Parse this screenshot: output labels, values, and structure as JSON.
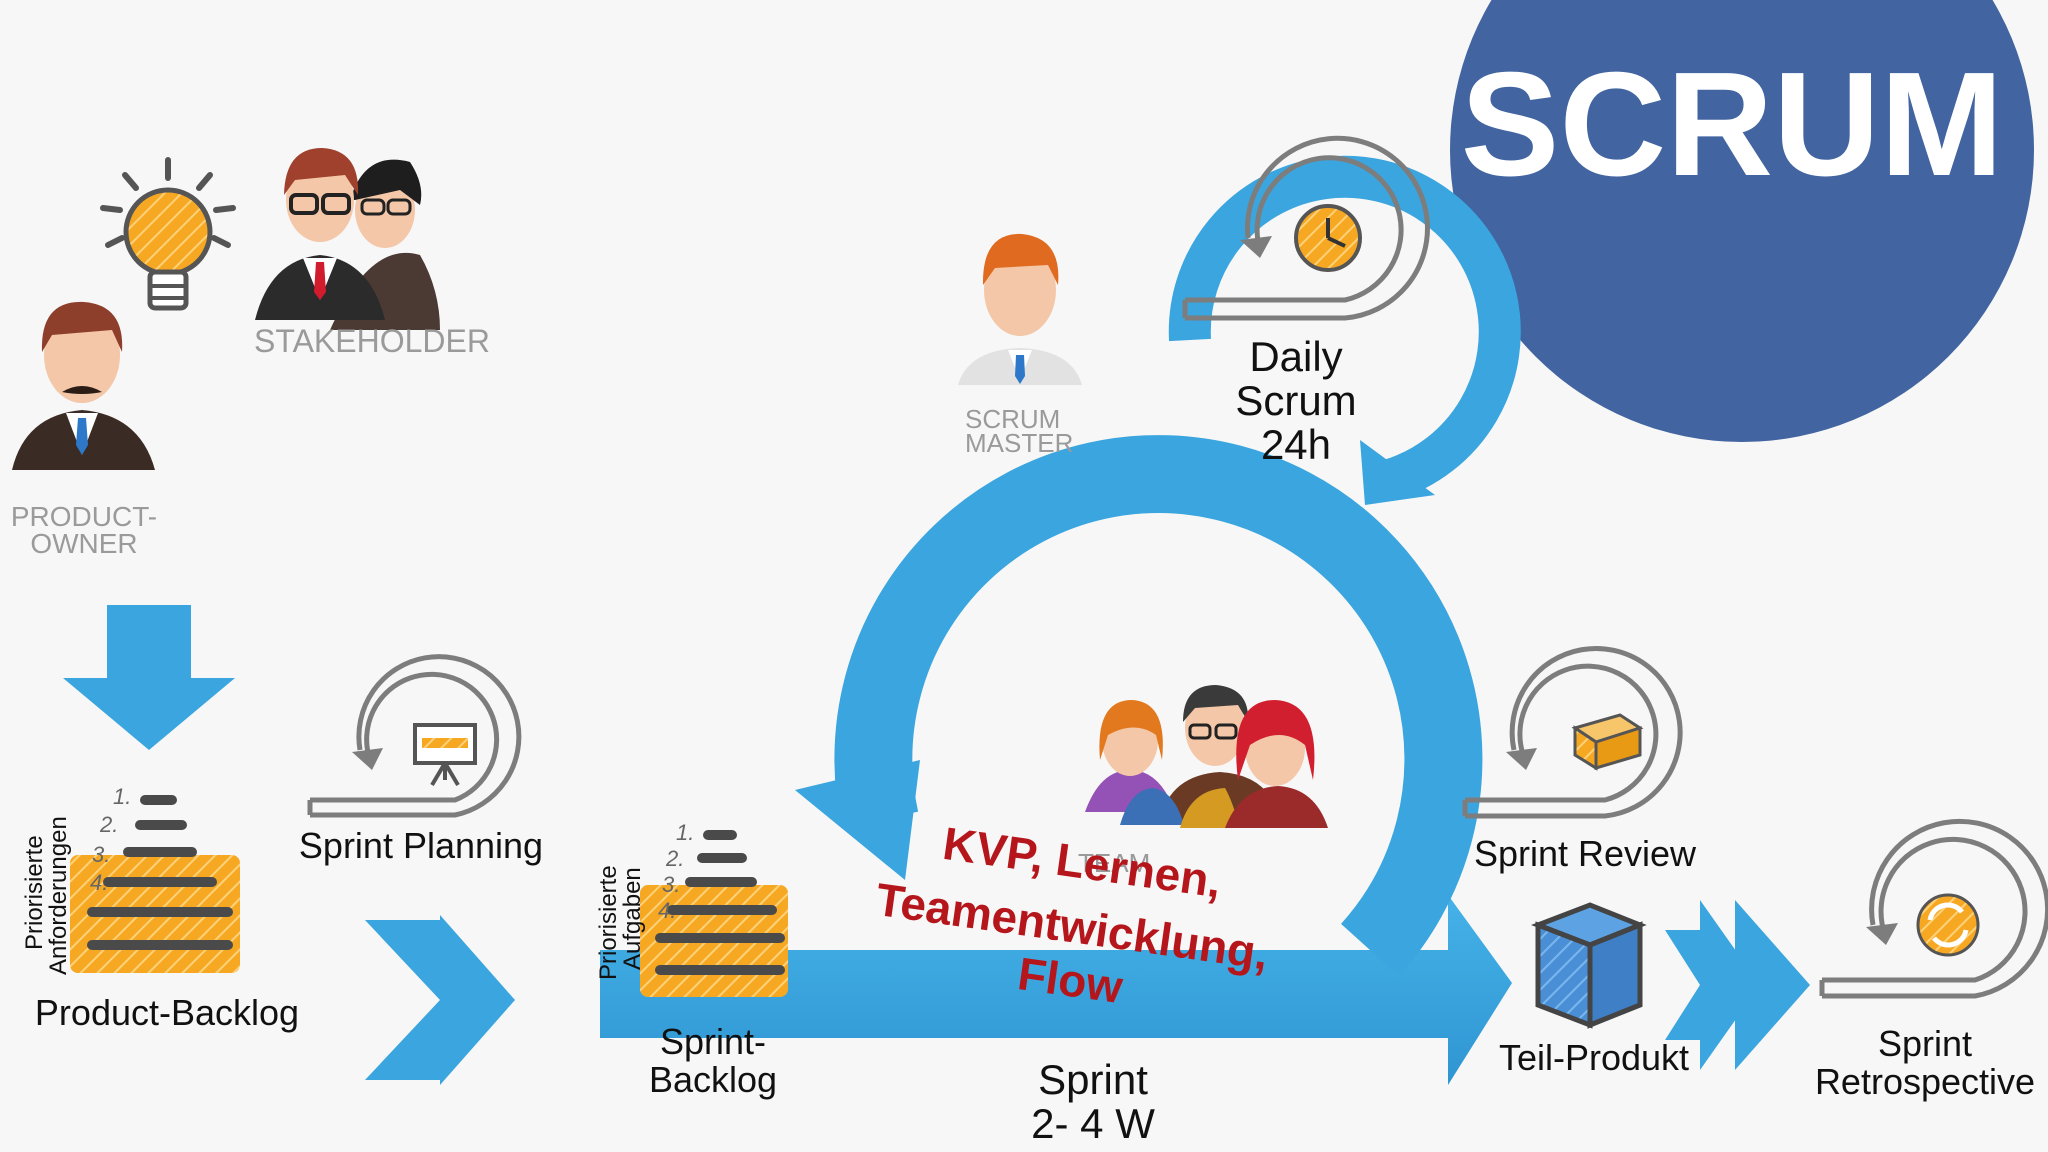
{
  "title": "SCRUM",
  "colors": {
    "badge": "#4264a0",
    "arrow": "#3aa5de",
    "orange": "#f7a823",
    "kvp_text": "#b5161b",
    "role_text": "#9a9a9a",
    "icon_gray": "#7d7d7d"
  },
  "roles": {
    "stakeholder": "STAKEHOLDER",
    "product_owner_line1": "PRODUCT-",
    "product_owner_line2": "OWNER",
    "scrum_master_line1": "SCRUM",
    "scrum_master_line2": "MASTER",
    "team": "TEAM"
  },
  "artifacts": {
    "product_backlog": {
      "label": "Product-Backlog",
      "side_line1": "Priorisierte",
      "side_line2": "Anforderungen",
      "items": [
        "1.",
        "2.",
        "3.",
        "4."
      ]
    },
    "sprint_backlog": {
      "label_line1": "Sprint-",
      "label_line2": "Backlog",
      "side_line1": "Priorisierte",
      "side_line2": "Aufgaben",
      "items": [
        "1.",
        "2.",
        "3.",
        "4."
      ]
    },
    "increment": {
      "label": "Teil-Produkt"
    }
  },
  "events": {
    "sprint_planning": "Sprint Planning",
    "daily_line1": "Daily",
    "daily_line2": "Scrum",
    "daily_line3": "24h",
    "sprint_review": "Sprint Review",
    "retro_line1": "Sprint",
    "retro_line2": "Retrospective",
    "sprint_line1": "Sprint",
    "sprint_line2": "2- 4 W"
  },
  "kvp": {
    "line1": "KVP, Lernen,",
    "line2": "Teamentwicklung,",
    "line3": "Flow"
  },
  "icons": [
    "lightbulb-icon",
    "cycle-icon",
    "presentation-icon",
    "clock-icon",
    "box-icon",
    "refresh-icon",
    "cube-icon"
  ]
}
